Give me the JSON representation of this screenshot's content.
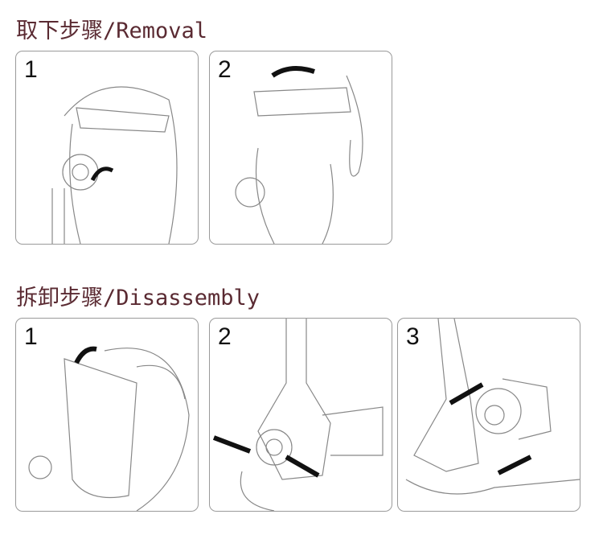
{
  "removal": {
    "title": "取下步骤/Removal",
    "steps": [
      {
        "number": "1"
      },
      {
        "number": "2"
      }
    ]
  },
  "disassembly": {
    "title": "拆卸步骤/Disassembly",
    "steps": [
      {
        "number": "1"
      },
      {
        "number": "2"
      },
      {
        "number": "3"
      }
    ]
  },
  "colors": {
    "heading": "#5a2a32",
    "border": "#9a9a9a",
    "arrow": "#111111"
  }
}
